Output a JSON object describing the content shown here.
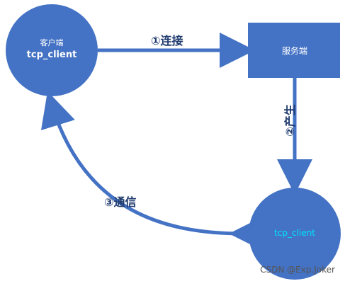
{
  "colors": {
    "node_fill": "#4472C4",
    "edge": "#4472C4",
    "client_text": "#ffffff",
    "client_highlight": "#00e5ff",
    "label_text": "#1f3a6e"
  },
  "nodes": {
    "client_top": {
      "subtitle": "客户端",
      "title": "tcp_client"
    },
    "server": {
      "title": "服务端"
    },
    "client_bottom": {
      "title": "tcp_client"
    }
  },
  "edges": {
    "connect": {
      "label": "①连接"
    },
    "generate": {
      "label": "②产生"
    },
    "communicate": {
      "label": "③通信"
    }
  },
  "watermark": "CSDN @Exp.Joker"
}
